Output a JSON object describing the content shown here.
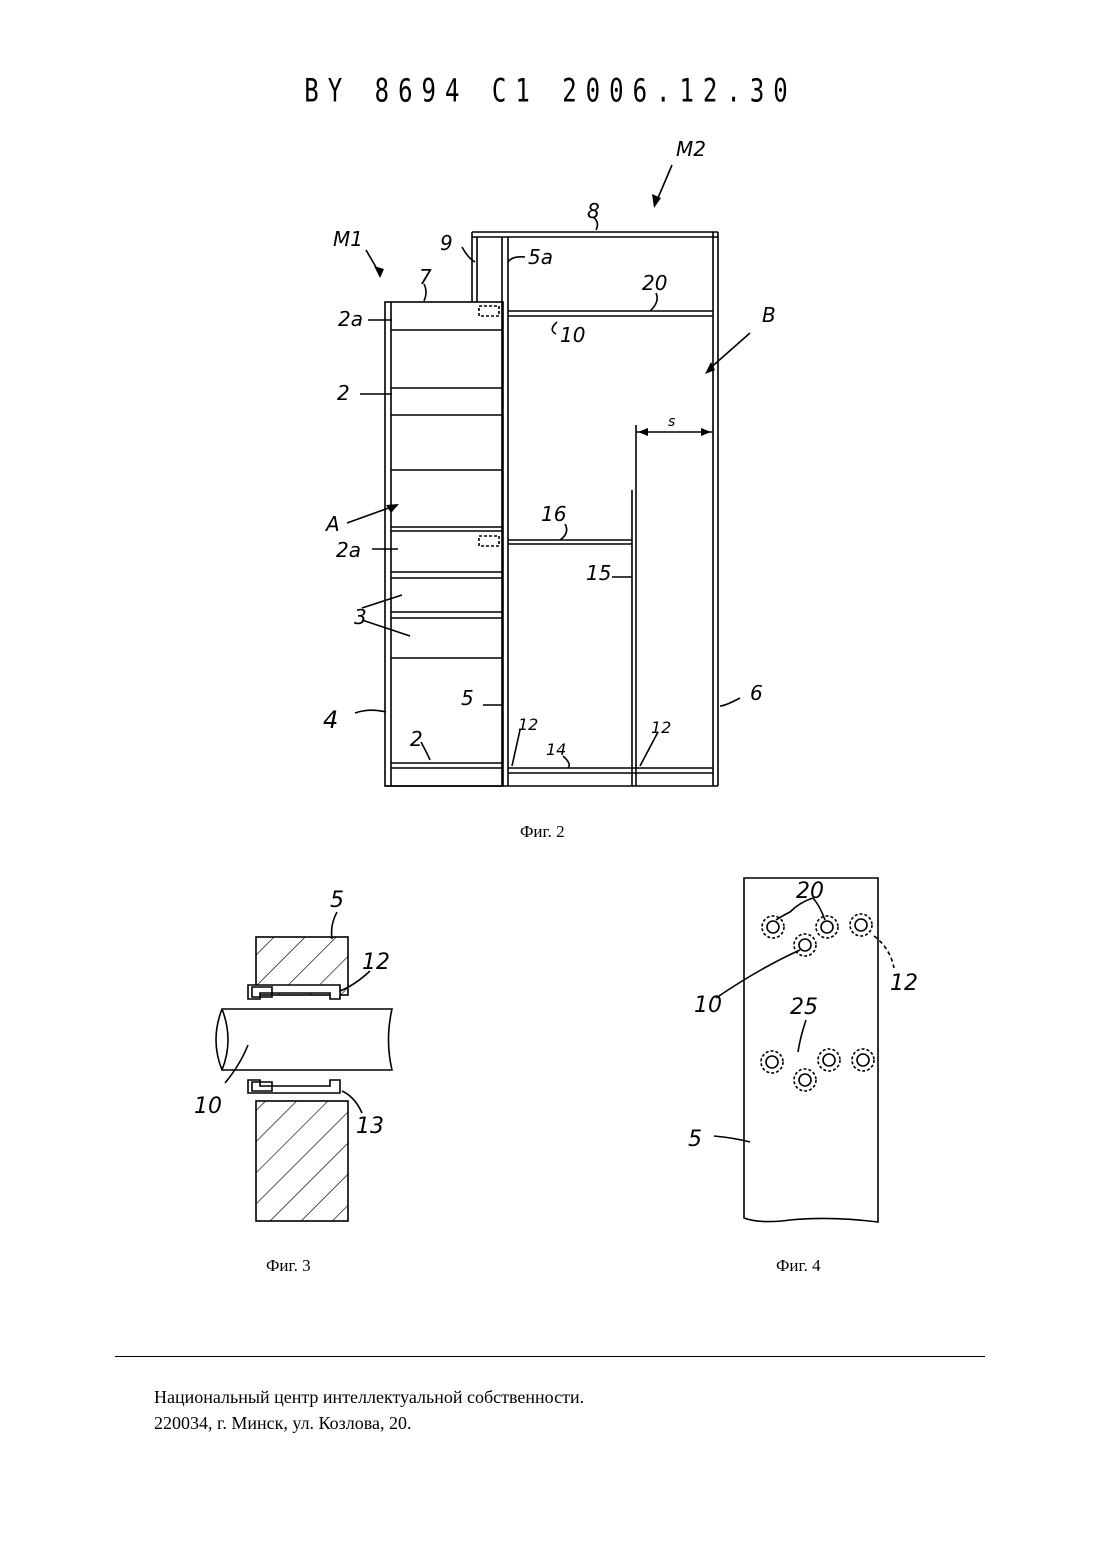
{
  "header": {
    "doc_number": "BY 8694 C1 2006.12.30"
  },
  "figures": {
    "fig2": {
      "caption": "Фиг. 2",
      "labels": {
        "M1": "M1",
        "M2": "M2",
        "n8": "8",
        "n9": "9",
        "n5a": "5a",
        "n7": "7",
        "n20": "20",
        "B": "B",
        "n2a_top": "2a",
        "n10": "10",
        "n2_upper": "2",
        "s": "s",
        "A": "A",
        "n16": "16",
        "n2a_mid": "2a",
        "n15": "15",
        "n3": "3",
        "n5": "5",
        "n6": "6",
        "n4": "4",
        "n12_left": "12",
        "n12_right": "12",
        "n2_lower": "2",
        "n14": "14"
      }
    },
    "fig3": {
      "caption": "Фиг. 3",
      "labels": {
        "n5": "5",
        "n12": "12",
        "n10": "10",
        "n13": "13"
      }
    },
    "fig4": {
      "caption": "Фиг. 4",
      "labels": {
        "n20": "20",
        "n12": "12",
        "n10": "10",
        "n25": "25",
        "n5": "5"
      }
    }
  },
  "footer": {
    "line1": "Национальный центр интеллектуальной собственности.",
    "line2": "220034, г. Минск, ул. Козлова, 20."
  }
}
